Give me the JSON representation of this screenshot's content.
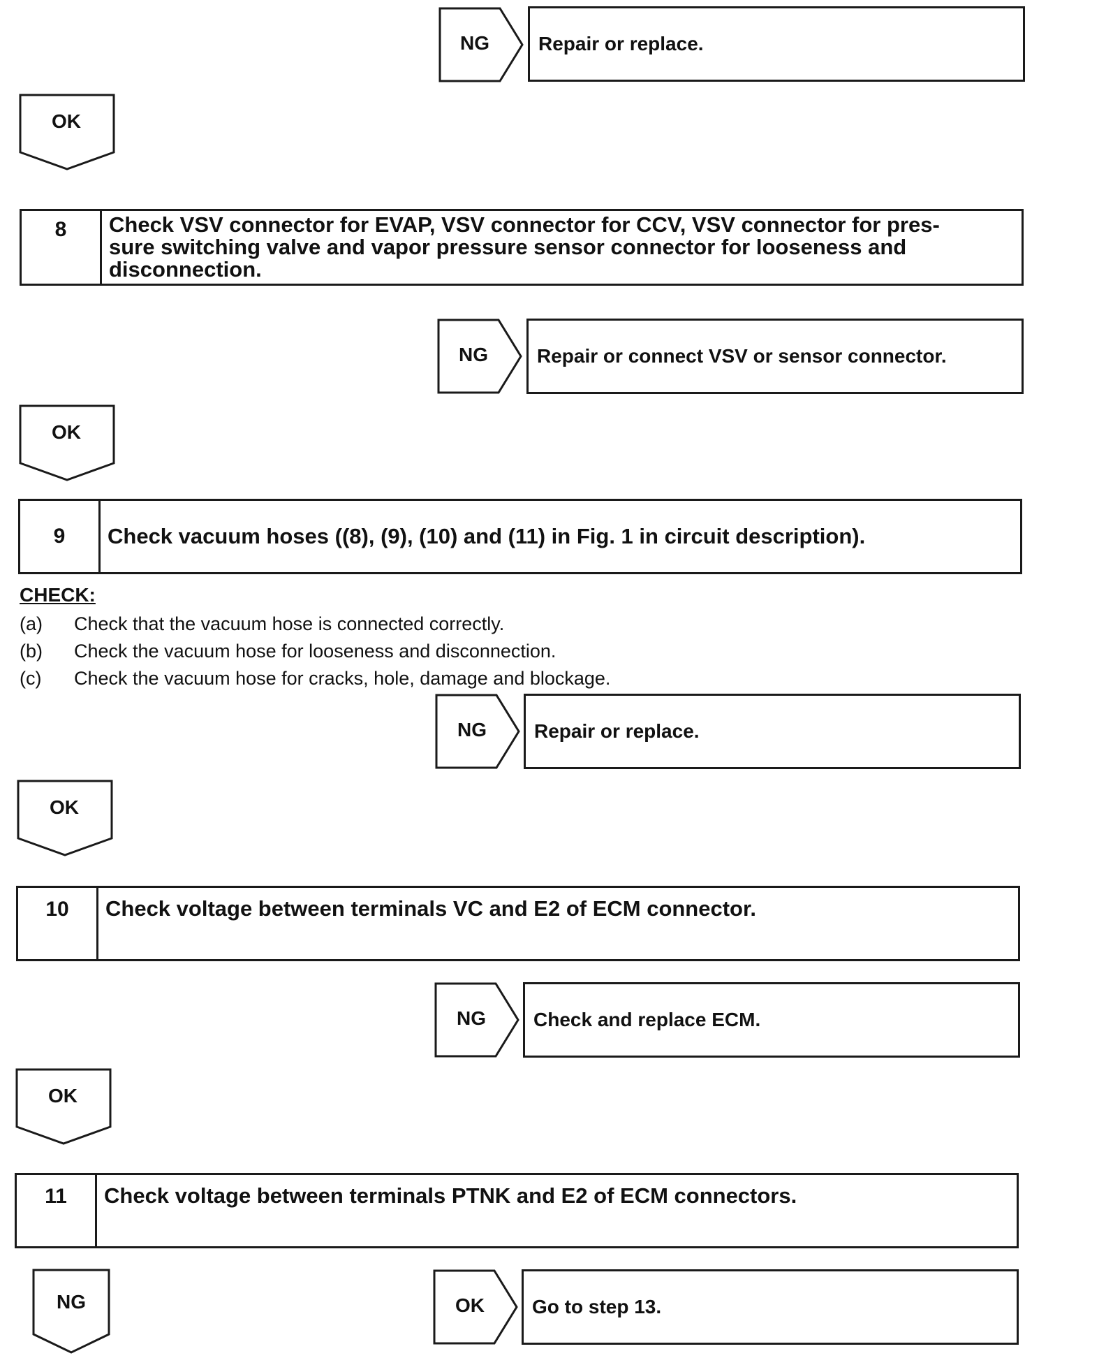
{
  "blocks": {
    "b1": {
      "ng_label": "NG",
      "ng_result": "Repair or replace.",
      "ok_label": "OK"
    },
    "step8": {
      "number": "8",
      "text": "Check VSV connector for EVAP, VSV connector for CCV, VSV connector for pressure switching valve and vapor pressure sensor connector for looseness and disconnection.",
      "line1": "Check VSV connector for EVAP, VSV connector for CCV, VSV connector for pres-",
      "line2": "sure switching valve and vapor pressure sensor connector for looseness and",
      "line3": "disconnection.",
      "ng_label": "NG",
      "ng_result": "Repair or connect VSV or sensor connector.",
      "ok_label": "OK"
    },
    "step9": {
      "number": "9",
      "text": "Check vacuum hoses ((8), (9), (10) and (11) in Fig. 1 in circuit description).",
      "check_heading": "CHECK:",
      "checks": [
        {
          "mark": "(a)",
          "text": "Check that the vacuum hose is connected correctly."
        },
        {
          "mark": "(b)",
          "text": "Check the vacuum hose for looseness and disconnection."
        },
        {
          "mark": "(c)",
          "text": "Check the vacuum hose for cracks, hole, damage and blockage."
        }
      ],
      "ng_label": "NG",
      "ng_result": "Repair or replace.",
      "ok_label": "OK"
    },
    "step10": {
      "number": "10",
      "text": "Check voltage between terminals VC and E2 of ECM connector.",
      "ng_label": "NG",
      "ng_result": "Check and replace ECM.",
      "ok_label": "OK"
    },
    "step11": {
      "number": "11",
      "text": "Check voltage between terminals PTNK and E2 of ECM connectors.",
      "ng_label": "NG",
      "ok_label": "OK",
      "ok_result": "Go to step 13."
    }
  }
}
